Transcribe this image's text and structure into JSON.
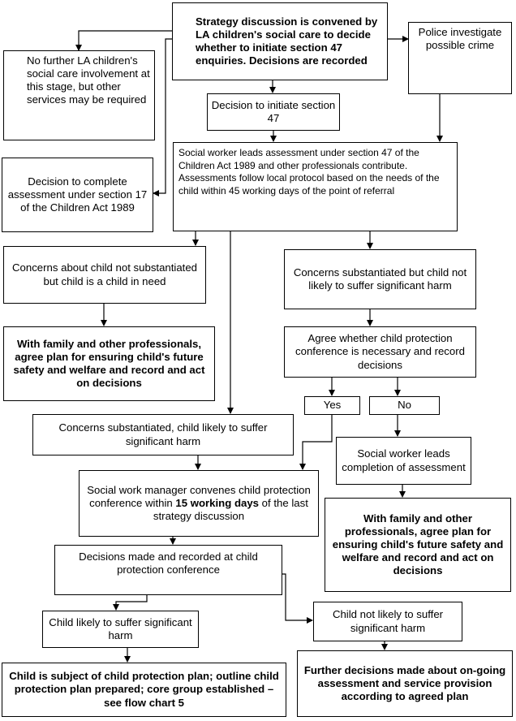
{
  "boxes": {
    "strategy": "Strategy discussion is convened by LA children's social care to decide whether to initiate section 47 enquiries. Decisions are recorded",
    "police": "Police investigate possible crime",
    "no_further": "No further LA children's social care involvement at this stage, but other services may be required",
    "decision_s47": "Decision to initiate section 47",
    "decision_s17": "Decision to complete assessment under section 17 of the Children Act 1989",
    "sw_leads": "Social worker leads assessment under section 47 of the Children Act 1989 and other professionals contribute. Assessments follow local protocol based on the needs of the child within 45 working days of the point of referral",
    "not_substantiated": "Concerns about child not substantiated but child is a child in need",
    "substantiated_not_likely": "Concerns substantiated but child not likely to suffer significant harm",
    "plan_left": "With family and other professionals, agree plan for ensuring child's future safety and welfare and record and act on decisions",
    "agree_cpc": "Agree whether child protection conference is necessary and record decisions",
    "yes": "Yes",
    "no": "No",
    "substantiated_likely": "Concerns substantiated, child likely to suffer significant harm",
    "sw_completion": "Social worker leads completion of assessment",
    "swm_convenes_pre": "Social work manager convenes child protection conference within ",
    "swm_convenes_bold": "15 working days",
    "swm_convenes_post": " of the last strategy discussion",
    "plan_right": "With family and other professionals, agree plan for ensuring child's future safety and welfare and record and act on decisions",
    "decisions_cpc": "Decisions made and recorded at child protection conference",
    "not_likely": "Child not likely to suffer significant harm",
    "likely": "Child likely to suffer significant harm",
    "cp_plan": "Child is subject of child protection plan; outline child protection plan prepared; core group established – see flow chart 5",
    "further": "Further decisions made about on-going assessment and service provision according to agreed plan"
  }
}
